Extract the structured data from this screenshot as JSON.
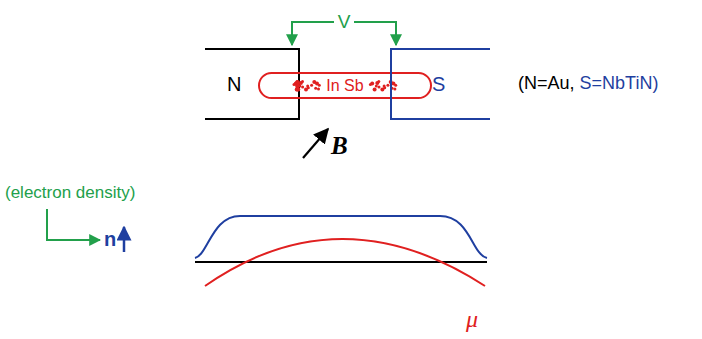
{
  "diagram": {
    "nodes": [
      {
        "text": [
          "N"
        ]
      },
      {
        "text": [
          "In Sb"
        ]
      },
      {
        "text": [
          "S"
        ]
      }
    ],
    "edges": [
      {
        "from": 0,
        "to": 2,
        "arrow": "both",
        "label": "V"
      }
    ],
    "labels": [
      "(N=Au,",
      "S=NbTiN)",
      "B",
      "(electron density)",
      "n",
      "μ"
    ]
  }
}
